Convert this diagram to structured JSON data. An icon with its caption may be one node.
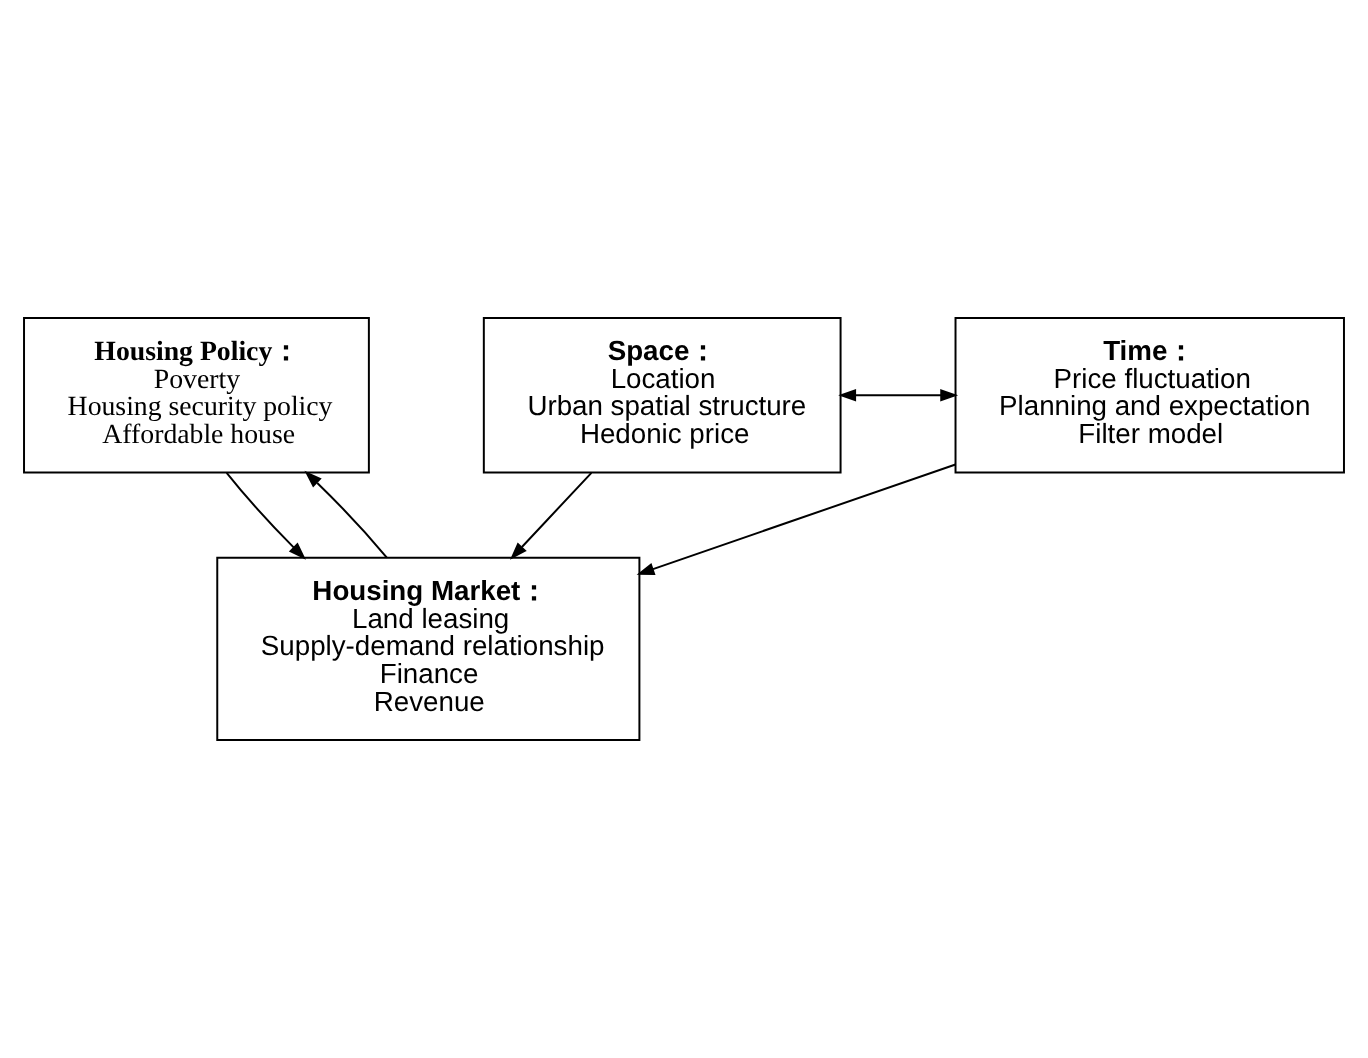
{
  "diagram": {
    "nodes": [
      {
        "text": [
          "Housing Policy：",
          "Poverty",
          "Housing security policy",
          "Affordable house"
        ]
      },
      {
        "text": [
          "Housing Market：",
          "Land leasing",
          "Supply-demand relationship",
          "Finance",
          "Revenue"
        ]
      },
      {
        "text": [
          "Space：",
          "Location",
          "Urban spatial structure",
          "Hedonic price"
        ]
      },
      {
        "text": [
          "Time：",
          "Price fluctuation",
          "Planning and expectation",
          "Filter model"
        ]
      }
    ],
    "edges": [
      {
        "from": 0,
        "to": 1,
        "arrow": "to"
      },
      {
        "from": 1,
        "to": 0,
        "arrow": "to"
      },
      {
        "from": 2,
        "to": 1,
        "arrow": "to"
      },
      {
        "from": 3,
        "to": 1,
        "arrow": "to"
      },
      {
        "from": 2,
        "to": 3,
        "arrow": "both"
      }
    ]
  }
}
